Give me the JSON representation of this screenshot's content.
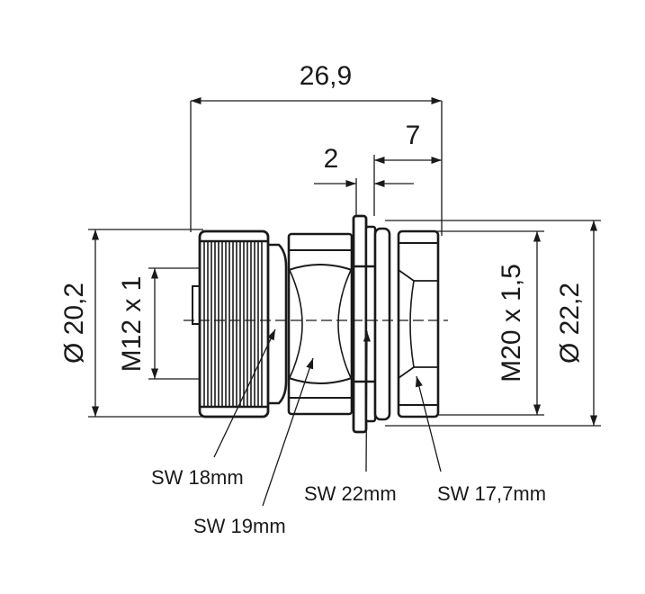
{
  "dimensions": {
    "overall_length": "26,9",
    "thread_length": "7",
    "gap": "2",
    "diameter_left": "Ø 20,2",
    "thread_left": "M12 x 1",
    "thread_right": "M20 x 1,5",
    "diameter_right": "Ø 22,2"
  },
  "callouts": {
    "sw_knurl": "SW 18mm",
    "sw_hex_body": "SW 19mm",
    "sw_flange": "SW 22mm",
    "sw_nut": "SW 17,7mm"
  },
  "colors": {
    "line": "#1a1a1a",
    "background": "#ffffff"
  }
}
